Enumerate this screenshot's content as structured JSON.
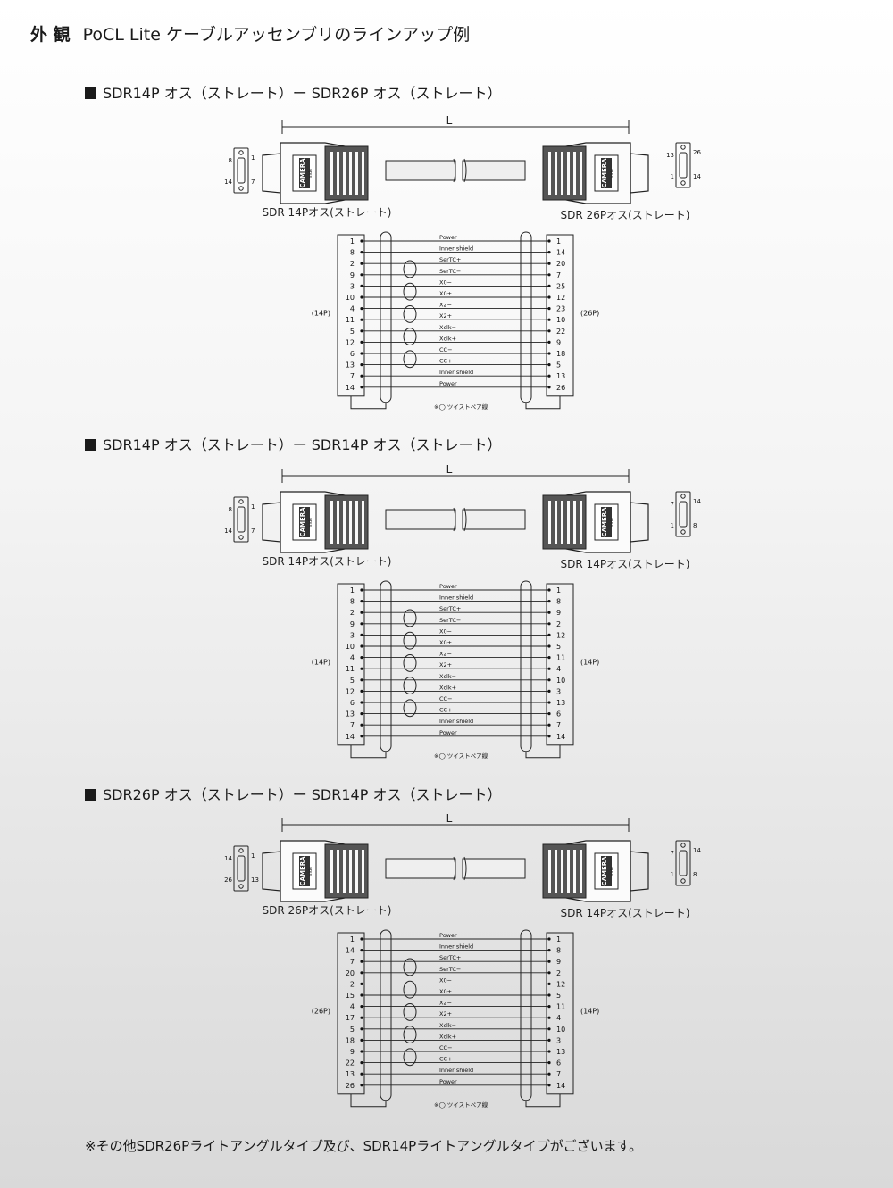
{
  "title": {
    "prefix": "外 観",
    "main": "PoCL Lite ケーブルアッセンブリのラインアップ例"
  },
  "signals": [
    "Power",
    "Inner shield",
    "SerTC+",
    "SerTC−",
    "X0−",
    "X0+",
    "X2−",
    "X2+",
    "Xclk−",
    "Xclk+",
    "CC−",
    "CC+",
    "Inner shield",
    "Power"
  ],
  "connector_text": {
    "camera": "CAMERA",
    "side": "side"
  },
  "twisted_pair_note": "※◯ ツイストペア線",
  "length_label": "L",
  "assemblies": [
    {
      "heading": "SDR14P オス（ストレート）ー SDR26P オス（ストレート）",
      "left_label": "SDR 14Pオス(ストレート)",
      "right_label": "SDR 26Pオス(ストレート)",
      "left_face_pins": [
        "8",
        "1",
        "14",
        "7"
      ],
      "right_face_pins": [
        "13",
        "26",
        "1",
        "14"
      ],
      "left_type": "(14P)",
      "right_type": "(26P)",
      "left_pins": [
        "1",
        "8",
        "2",
        "9",
        "3",
        "10",
        "4",
        "11",
        "5",
        "12",
        "6",
        "13",
        "7",
        "14"
      ],
      "right_pins": [
        "1",
        "14",
        "20",
        "7",
        "25",
        "12",
        "23",
        "10",
        "22",
        "9",
        "18",
        "5",
        "13",
        "26"
      ]
    },
    {
      "heading": "SDR14P オス（ストレート）ー SDR14P オス（ストレート）",
      "left_label": "SDR 14Pオス(ストレート)",
      "right_label": "SDR 14Pオス(ストレート)",
      "left_face_pins": [
        "8",
        "1",
        "14",
        "7"
      ],
      "right_face_pins": [
        "7",
        "14",
        "1",
        "8"
      ],
      "left_type": "(14P)",
      "right_type": "(14P)",
      "left_pins": [
        "1",
        "8",
        "2",
        "9",
        "3",
        "10",
        "4",
        "11",
        "5",
        "12",
        "6",
        "13",
        "7",
        "14"
      ],
      "right_pins": [
        "1",
        "8",
        "9",
        "2",
        "12",
        "5",
        "11",
        "4",
        "10",
        "3",
        "13",
        "6",
        "7",
        "14"
      ]
    },
    {
      "heading": "SDR26P オス（ストレート）ー SDR14P オス（ストレート）",
      "left_label": "SDR 26Pオス(ストレート)",
      "right_label": "SDR 14Pオス(ストレート)",
      "left_face_pins": [
        "14",
        "1",
        "26",
        "13"
      ],
      "right_face_pins": [
        "7",
        "14",
        "1",
        "8"
      ],
      "left_type": "(26P)",
      "right_type": "(14P)",
      "left_pins": [
        "1",
        "14",
        "7",
        "20",
        "2",
        "15",
        "4",
        "17",
        "5",
        "18",
        "9",
        "22",
        "13",
        "26"
      ],
      "right_pins": [
        "1",
        "8",
        "9",
        "2",
        "12",
        "5",
        "11",
        "4",
        "10",
        "3",
        "13",
        "6",
        "7",
        "14"
      ]
    }
  ],
  "footer": "※その他SDR26Pライトアングルタイプ及び、SDR14Pライトアングルタイプがございます。"
}
